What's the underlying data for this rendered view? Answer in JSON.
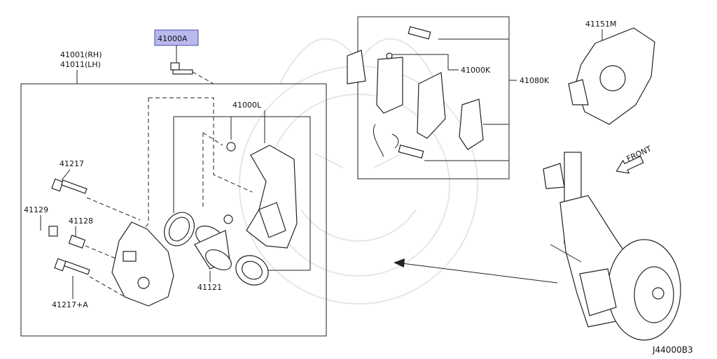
{
  "labels": {
    "part_41000A": "41000A",
    "caliper_rh": "41001(RH)",
    "caliper_lh": "41011(LH)",
    "part_41000L": "41000L",
    "part_41217": "41217",
    "part_41129": "41129",
    "part_41128": "41128",
    "part_41217A": "41217+A",
    "part_41121": "41121",
    "part_41000K": "41000K",
    "part_41080K": "41080K",
    "part_41151M": "41151M",
    "front": "FRONT",
    "diagram_code": "J44000B3"
  },
  "colors": {
    "highlight_fill": "#b9b9ee",
    "highlight_border": "#4a4aa8",
    "line": "#222222",
    "watermark": "#e6e6e6"
  },
  "icons": {
    "front_arrow": "front-arrow-icon"
  }
}
